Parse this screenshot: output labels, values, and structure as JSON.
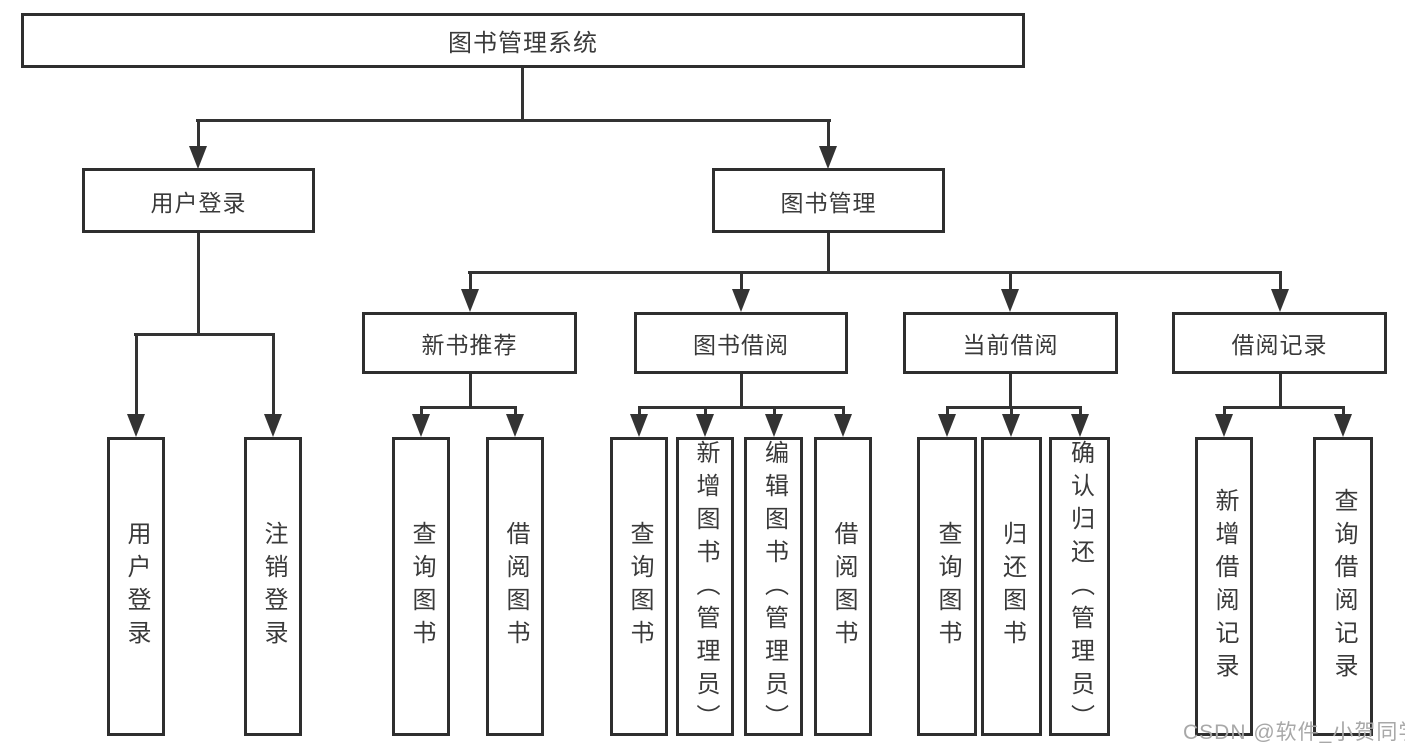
{
  "colors": {
    "line": "#333333",
    "box_border": "#2e2e2e",
    "text": "#3a3a3a",
    "background": "#ffffff",
    "watermark": "#a8a8a8"
  },
  "diagram": {
    "root": {
      "label": "图书管理系统"
    },
    "branches": [
      {
        "label": "用户登录",
        "children": [
          {
            "label": "用户登录"
          },
          {
            "label": "注销登录"
          }
        ]
      },
      {
        "label": "图书管理",
        "groups": [
          {
            "label": "新书推荐",
            "children": [
              {
                "label": "查询图书"
              },
              {
                "label": "借阅图书"
              }
            ]
          },
          {
            "label": "图书借阅",
            "children": [
              {
                "label": "查询图书"
              },
              {
                "label": "新增图书（管理员）"
              },
              {
                "label": "编辑图书（管理员）"
              },
              {
                "label": "借阅图书"
              }
            ]
          },
          {
            "label": "当前借阅",
            "children": [
              {
                "label": "查询图书"
              },
              {
                "label": "归还图书"
              },
              {
                "label": "确认归还（管理员）"
              }
            ]
          },
          {
            "label": "借阅记录",
            "children": [
              {
                "label": "新增借阅记录"
              },
              {
                "label": "查询借阅记录"
              }
            ]
          }
        ]
      }
    ]
  },
  "watermark": {
    "text": "CSDN @软件_小贺同学"
  }
}
